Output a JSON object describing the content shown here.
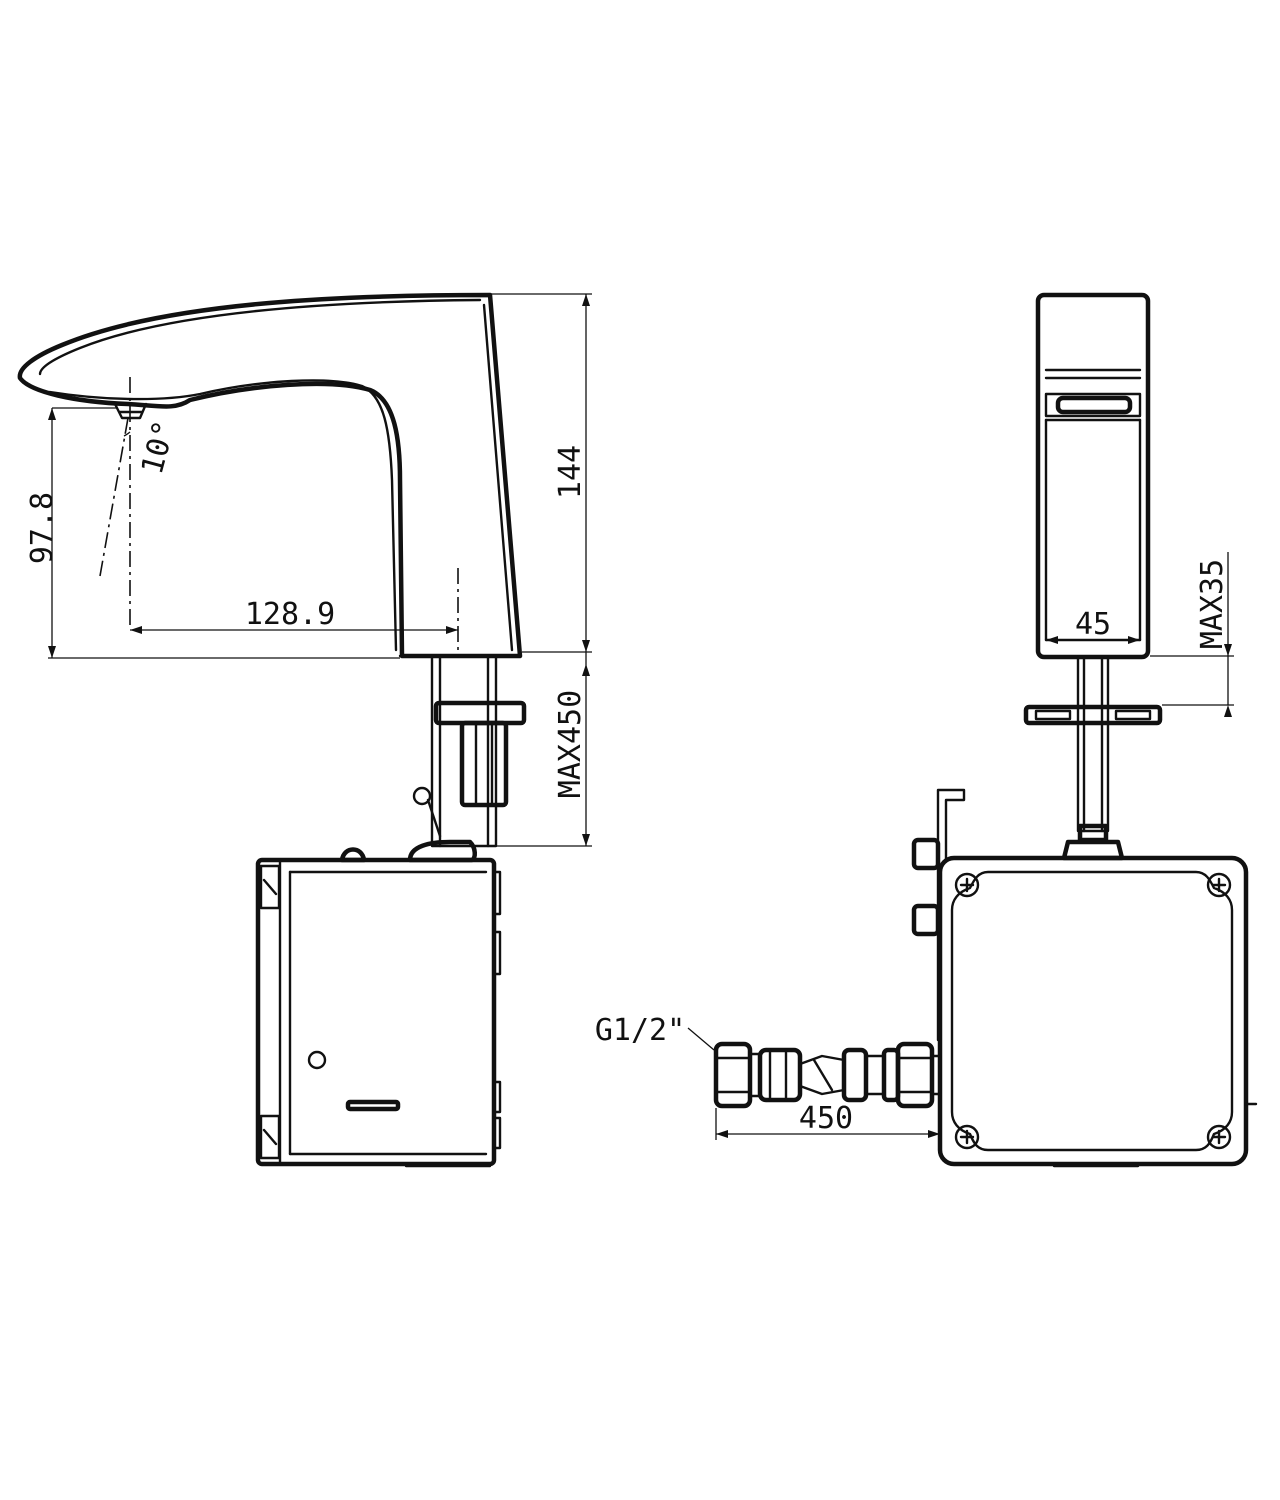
{
  "diagram": {
    "side_view": {
      "dim_outlet_height": "97.8",
      "dim_spout_angle": "10°",
      "dim_spout_reach": "128.9",
      "dim_total_height": "144",
      "dim_cable_length": "MAX450"
    },
    "front_view": {
      "dim_body_width": "45",
      "dim_deck_thickness": "MAX35",
      "dim_hose_length": "450",
      "inlet_thread": "G1/2\""
    }
  }
}
